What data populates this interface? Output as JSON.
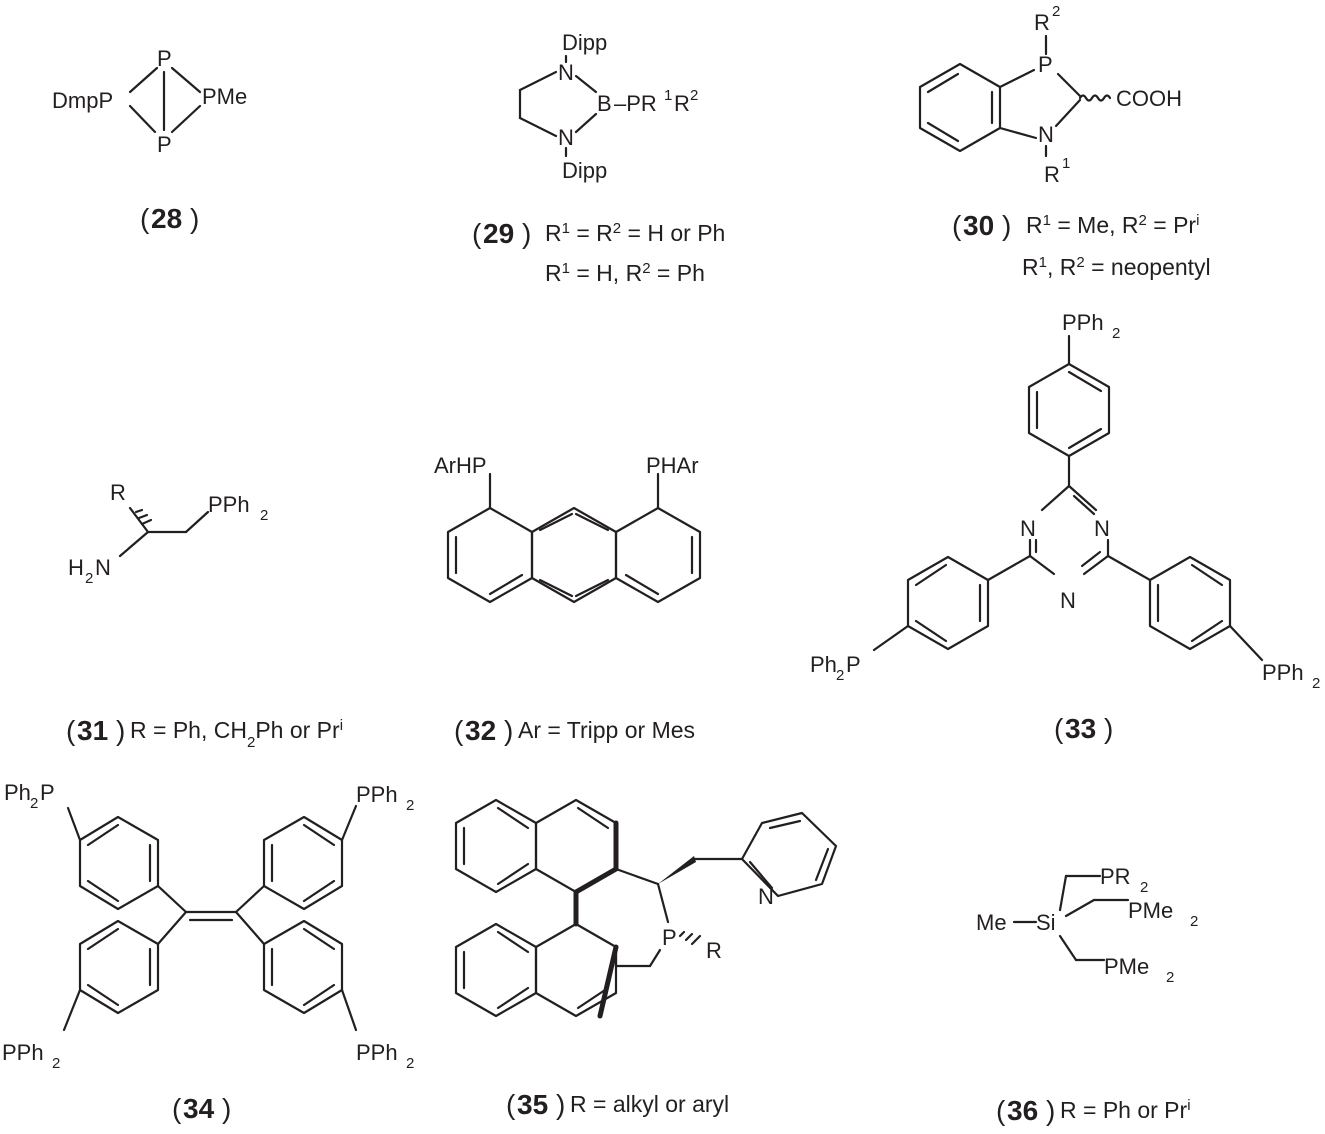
{
  "compounds": [
    {
      "number": "28",
      "atoms": {
        "dmpp": "DmpP",
        "pme": "PMe",
        "p_top": "P",
        "p_bottom": "P"
      }
    },
    {
      "number": "29",
      "atoms": {
        "n_top": "N",
        "n_bottom": "N",
        "b": "B",
        "dipp_top": "Dipp",
        "dipp_bottom": "Dipp",
        "pr": "–PR",
        "r1": "1",
        "r2": "R",
        "r2sup": "2"
      },
      "caption_lines": [
        [
          {
            "t": "R"
          },
          {
            "sup": "1"
          },
          {
            "t": " = R"
          },
          {
            "sup": "2"
          },
          {
            "t": " = H or Ph"
          }
        ],
        [
          {
            "t": "R"
          },
          {
            "sup": "1"
          },
          {
            "t": " = H, R"
          },
          {
            "sup": "2"
          },
          {
            "t": " = Ph"
          }
        ]
      ]
    },
    {
      "number": "30",
      "atoms": {
        "p": "P",
        "n": "N",
        "cooh": "COOH",
        "r_top": "R",
        "r_top_sup": "2",
        "r_bottom": "R",
        "r_bottom_sup": "1"
      },
      "caption_lines": [
        [
          {
            "t": "R"
          },
          {
            "sup": "1"
          },
          {
            "t": " = Me, R"
          },
          {
            "sup": "2"
          },
          {
            "t": " = Pr"
          },
          {
            "sup": "i"
          }
        ],
        [
          {
            "t": "R"
          },
          {
            "sup": "1"
          },
          {
            "t": ", R"
          },
          {
            "sup": "2"
          },
          {
            "t": " = neopentyl"
          }
        ]
      ]
    },
    {
      "number": "31",
      "atoms": {
        "r": "R",
        "pph": "PPh",
        "pph_sub": "2",
        "h": "H",
        "h_sub": "2",
        "n": "N"
      },
      "caption_lines": [
        [
          {
            "t": "R = Ph, CH"
          },
          {
            "sub": "2"
          },
          {
            "t": "Ph or Pr"
          },
          {
            "sup": "i"
          }
        ]
      ]
    },
    {
      "number": "32",
      "atoms": {
        "arhp": "ArHP",
        "phar": "PHAr"
      },
      "caption_lines": [
        [
          {
            "t": "Ar = Tripp or Mes"
          }
        ]
      ]
    },
    {
      "number": "33",
      "atoms": {
        "n1": "N",
        "n2": "N",
        "n3": "N",
        "pph_top": "PPh",
        "pph_right": "PPh",
        "ph_left": "Ph",
        "p_left": "P",
        "sub2": "2"
      }
    },
    {
      "number": "34",
      "atoms": {
        "ph_tl": "Ph",
        "p_tl": "P",
        "pph_tr": "PPh",
        "pph_bl": "PPh",
        "pph_br": "PPh",
        "sub2": "2"
      }
    },
    {
      "number": "35",
      "atoms": {
        "p": "P",
        "r": "R",
        "n": "N"
      },
      "caption_lines": [
        [
          {
            "t": "R = alkyl or aryl"
          }
        ]
      ]
    },
    {
      "number": "36",
      "atoms": {
        "me": "Me",
        "si": "Si",
        "pr": "PR",
        "pme1": "PMe",
        "pme2": "PMe",
        "sub2": "2"
      },
      "caption_lines": [
        [
          {
            "t": "R = Ph or Pr"
          },
          {
            "sup": "i"
          }
        ]
      ]
    }
  ]
}
